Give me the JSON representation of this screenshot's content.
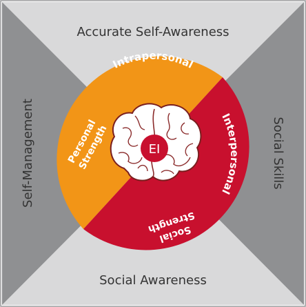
{
  "quadrants": {
    "top": "Accurate Self-Awareness",
    "left": "Self-Management",
    "right": "Social Skills",
    "bottom": "Social Awareness"
  },
  "circle": {
    "arc_top": "Intrapersonal",
    "arc_right": "Interpersonal",
    "left_line1": "Personal",
    "left_line2": "Strength",
    "bottom_line1": "Social",
    "bottom_line2": "Strength",
    "center": "EI"
  },
  "colors": {
    "orange": "#F29517",
    "red": "#C8102E",
    "gray_light": "#D9D9DA",
    "gray_dark": "#8F9092"
  }
}
